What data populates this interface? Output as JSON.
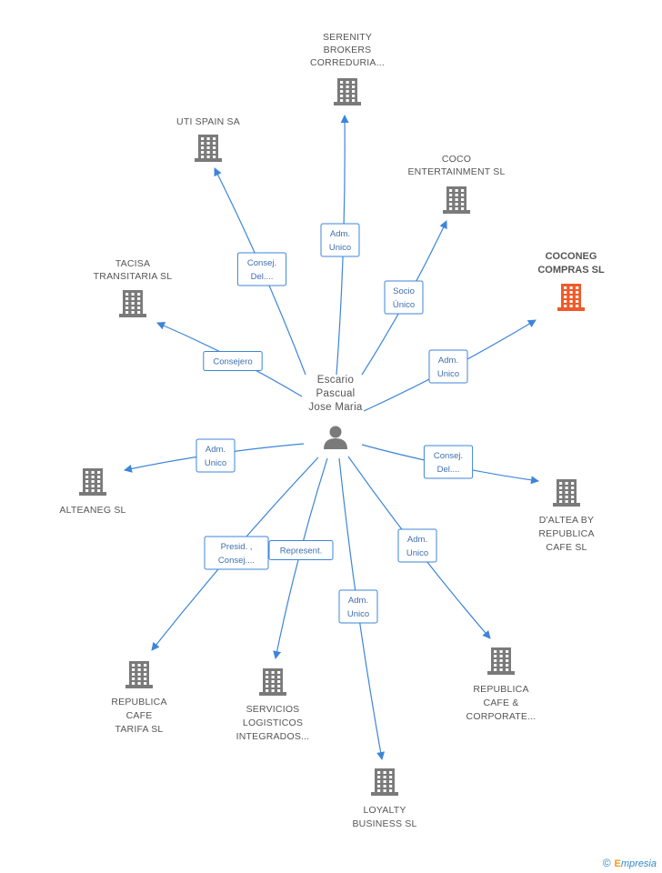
{
  "colors": {
    "edge": "#3d85d8",
    "building": "#7a7a7a",
    "highlight": "#f05a28",
    "person": "#7a7a7a"
  },
  "center": {
    "name_lines": [
      "Escario",
      "Pascual",
      "Jose Maria"
    ],
    "icon": "person-icon"
  },
  "nodes": [
    {
      "id": "serenity",
      "lines": [
        "SERENITY",
        "BROKERS",
        "CORREDURIA..."
      ]
    },
    {
      "id": "uti",
      "lines": [
        "UTI SPAIN SA"
      ]
    },
    {
      "id": "coco",
      "lines": [
        "COCO",
        "ENTERTAINMENT SL"
      ]
    },
    {
      "id": "coconeg",
      "lines": [
        "COCONEG",
        "COMPRAS SL"
      ],
      "highlight": true
    },
    {
      "id": "tacisa",
      "lines": [
        "TACISA",
        "TRANSITARIA SL"
      ]
    },
    {
      "id": "alteaneg",
      "lines": [
        "ALTEANEG SL"
      ]
    },
    {
      "id": "daltea",
      "lines": [
        "D'ALTEA BY",
        "REPUBLICA",
        "CAFE SL"
      ]
    },
    {
      "id": "rcafetarifa",
      "lines": [
        "REPUBLICA",
        "CAFE",
        "TARIFA SL"
      ]
    },
    {
      "id": "servicios",
      "lines": [
        "SERVICIOS",
        "LOGISTICOS",
        "INTEGRADOS..."
      ]
    },
    {
      "id": "loyalty",
      "lines": [
        "LOYALTY",
        "BUSINESS  SL"
      ]
    },
    {
      "id": "rcafecorp",
      "lines": [
        "REPUBLICA",
        "CAFE &",
        "CORPORATE..."
      ]
    }
  ],
  "edges": [
    {
      "to": "serenity",
      "label_lines": [
        "Adm.",
        "Unico"
      ]
    },
    {
      "to": "uti",
      "label_lines": [
        "Consej.",
        "Del...."
      ]
    },
    {
      "to": "coco",
      "label_lines": [
        "Socio",
        "Único"
      ]
    },
    {
      "to": "coconeg",
      "label_lines": [
        "Adm.",
        "Unico"
      ]
    },
    {
      "to": "tacisa",
      "label_lines": [
        "Consejero"
      ]
    },
    {
      "to": "alteaneg",
      "label_lines": [
        "Adm.",
        "Unico"
      ]
    },
    {
      "to": "daltea",
      "label_lines": [
        "Consej.",
        "Del...."
      ]
    },
    {
      "to": "rcafetarifa",
      "label_lines": [
        "Presid. ,",
        "Consej...."
      ]
    },
    {
      "to": "servicios",
      "label_lines": [
        "Represent."
      ]
    },
    {
      "to": "loyalty",
      "label_lines": [
        "Adm.",
        "Unico"
      ]
    },
    {
      "to": "rcafecorp",
      "label_lines": [
        "Adm.",
        "Unico"
      ]
    }
  ],
  "footer": {
    "copyright": "©",
    "brand_initial": "E",
    "brand_rest": "mpresia"
  }
}
